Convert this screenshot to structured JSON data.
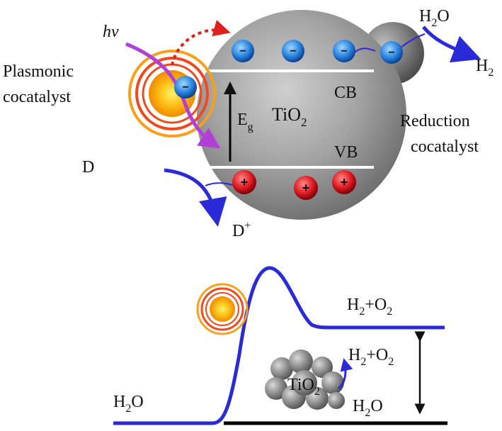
{
  "labels": {
    "hv": "hv",
    "plasmonic_line1": "Plasmonic",
    "plasmonic_line2": "cocatalyst",
    "donor": "D",
    "donor_oxidized": "D",
    "donor_oxidized_sup": "+",
    "cb": "CB",
    "vb": "VB",
    "tio2": "TiO",
    "tio2_sub": "2",
    "eg": "E",
    "eg_sub": "g",
    "water_top": "H",
    "water_top_sub": "2",
    "water_top_tail": "O",
    "hydrogen": "H",
    "hydrogen_sub": "2",
    "reduction_line1": "Reduction",
    "reduction_line2": "cocatalyst",
    "products_high_a": "H",
    "products_high_sub1": "2",
    "products_high_b": "+O",
    "products_high_sub2": "2",
    "products_low_a": "H",
    "products_low_sub1": "2",
    "products_low_b": "+O",
    "products_low_sub2": "2",
    "water_left": "H",
    "water_left_sub": "2",
    "water_left_tail": "O",
    "water_right": "H",
    "water_right_sub": "2",
    "water_right_tail": "O",
    "tio2_small": "TiO",
    "tio2_small_sub": "2"
  },
  "carriers": {
    "electron_symbol": "−",
    "hole_symbol": "+"
  },
  "colors": {
    "electron": "#1e6fd0",
    "hole": "#d0121b",
    "arrow_blue": "#2a2ad8",
    "arrow_purple": "#b23fd6",
    "dotted_red": "#e0201c",
    "sphere_gray": "#8a8a8a",
    "sun_core": "#ffb800",
    "sun_ring": "#f04a1c"
  }
}
